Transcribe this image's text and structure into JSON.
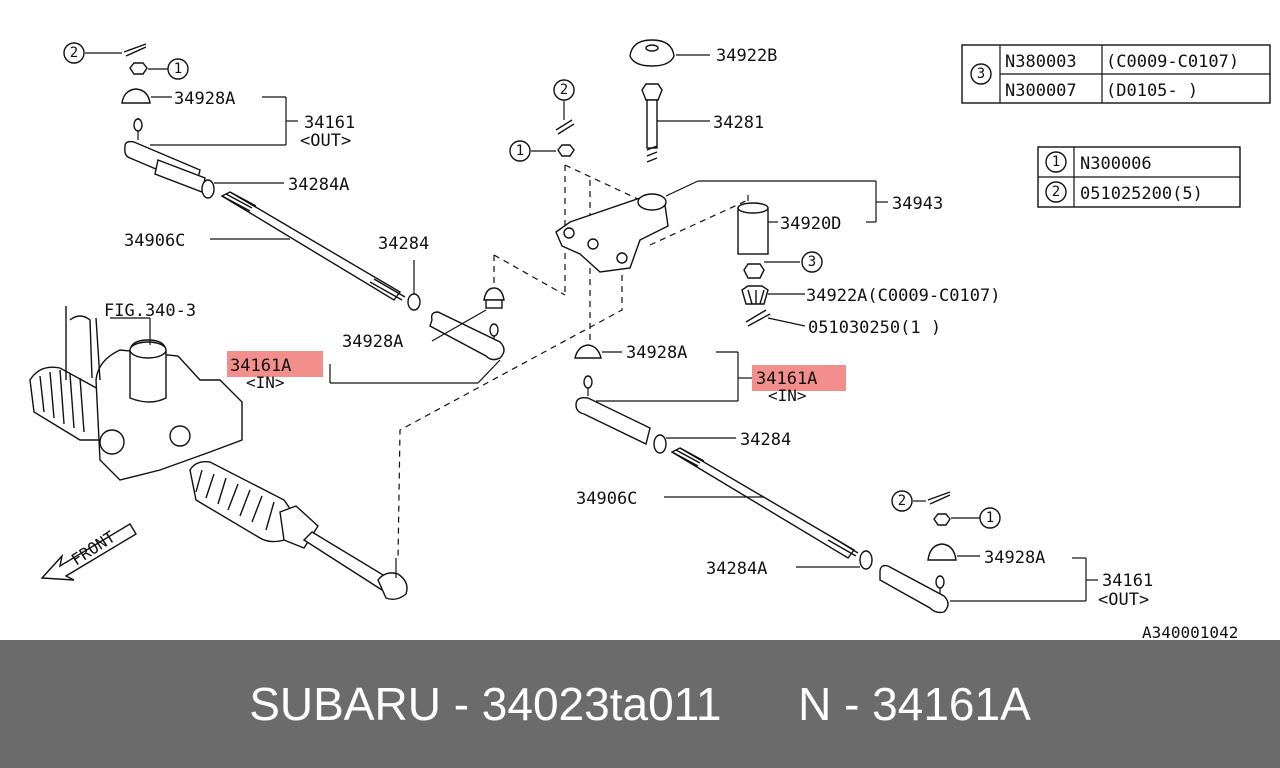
{
  "labels": {
    "l_34922b": "34922B",
    "l_34281": "34281",
    "l_34943": "34943",
    "l_34920d": "34920D",
    "l_34922a": "34922A(C0009-C0107)",
    "l_051030250": "051030250(1 )",
    "l_34928a_top": "34928A",
    "l_34161_top": "34161",
    "l_out_top": "<OUT>",
    "l_34284a_top": "34284A",
    "l_34906c_top": "34906C",
    "l_34284_mid": "34284",
    "l_fig": "FIG.340-3",
    "l_34928a_mid": "34928A",
    "l_34161a_left": "34161A",
    "l_in_left": "<IN>",
    "l_34928a_center": "34928A",
    "l_34161a_right": "34161A",
    "l_in_right": "<IN>",
    "l_34284_low": "34284",
    "l_34906c_low": "34906C",
    "l_34928a_low": "34928A",
    "l_34161_low": "34161",
    "l_out_low": "<OUT>",
    "l_34284a_low": "34284A",
    "l_front": "FRONT",
    "diagram_id": "A340001042"
  },
  "callouts": {
    "c1": "1",
    "c2": "2",
    "c3": "3"
  },
  "legend_table_3": {
    "key": "3",
    "rows": [
      {
        "part": "N380003",
        "range": "(C0009-C0107)"
      },
      {
        "part": "N300007",
        "range": "(D0105-        )"
      }
    ]
  },
  "legend_table_12": {
    "rows": [
      {
        "key": "1",
        "part": "N300006"
      },
      {
        "key": "2",
        "part": "051025200(5)"
      }
    ]
  },
  "highlight_color": "#f07a78",
  "footer": {
    "text": "SUBARU - 34023ta011      N - 34161A"
  }
}
